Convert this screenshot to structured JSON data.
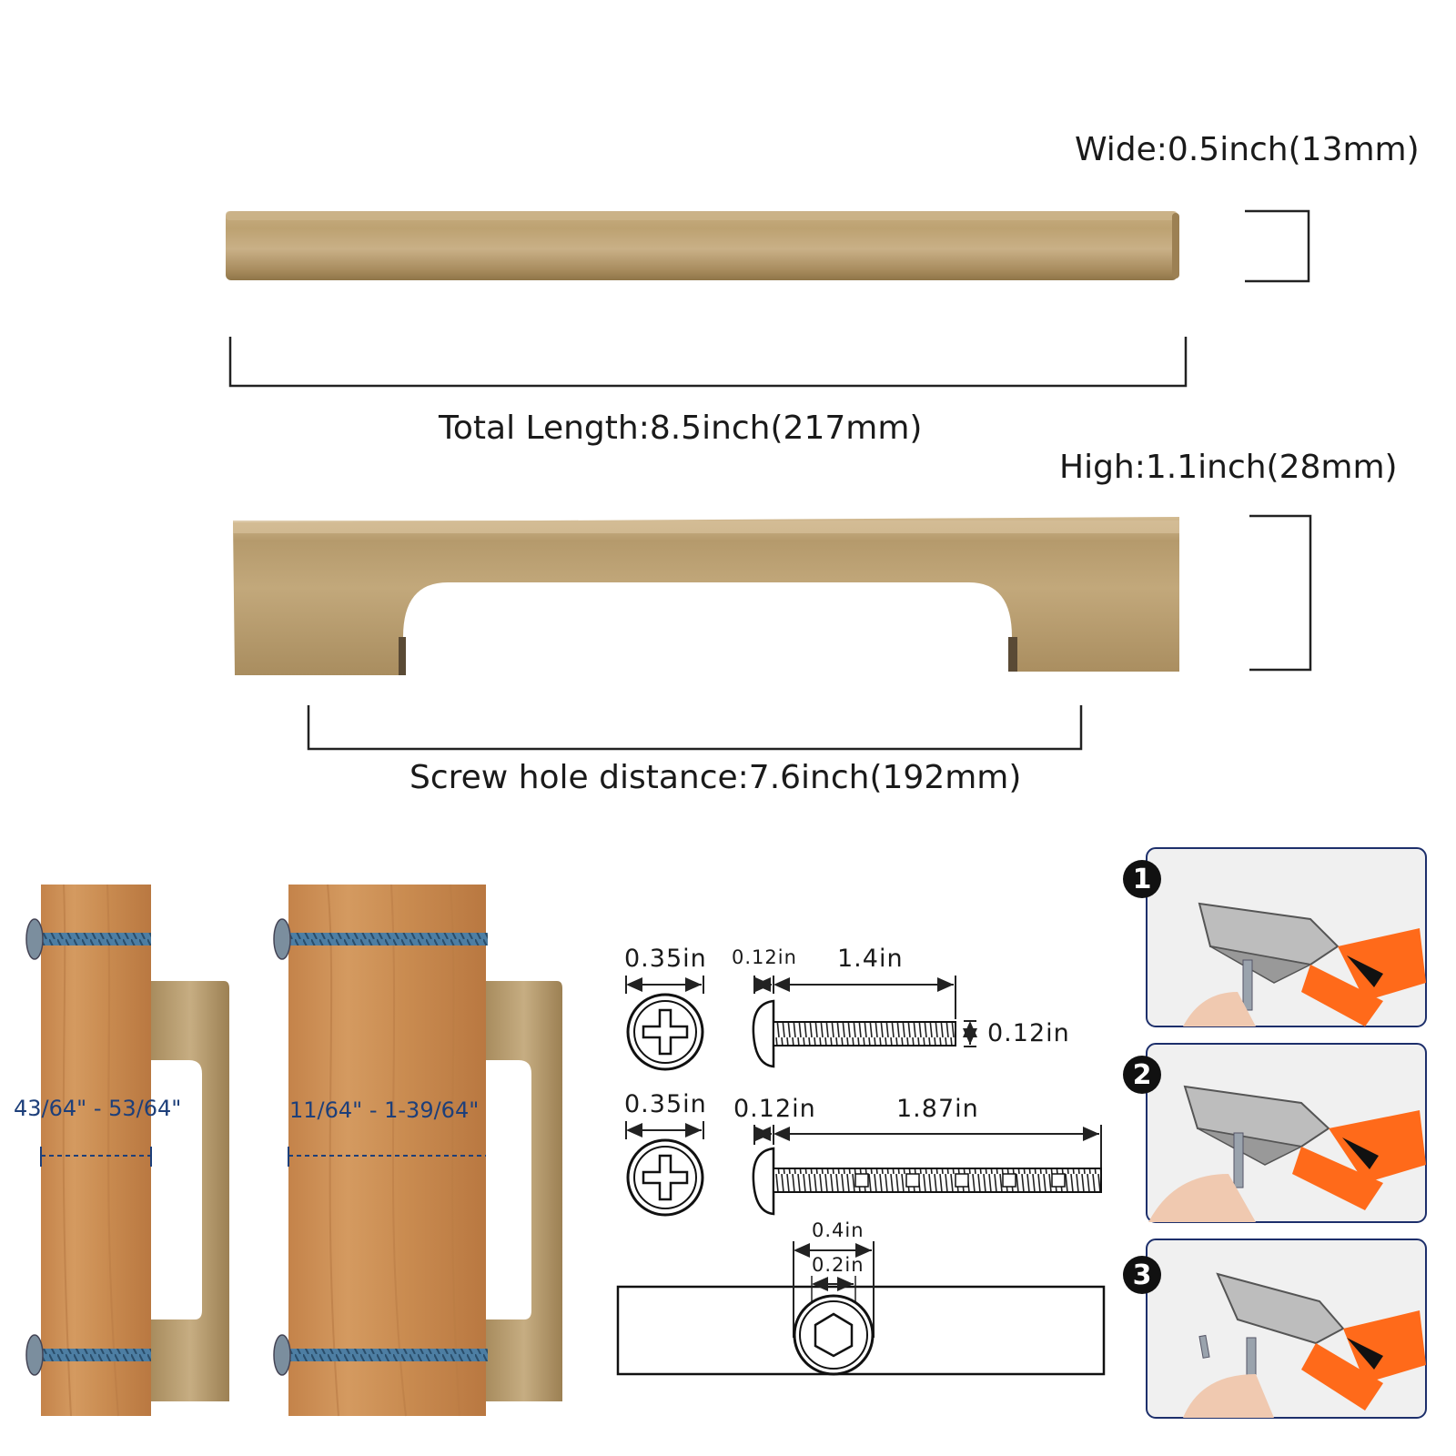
{
  "dimensions": {
    "wide_label": "Wide:0.5inch(13mm)",
    "total_length_label": "Total Length:8.5inch(217mm)",
    "high_label": "High:1.1inch(28mm)",
    "screw_hole_label": "Screw hole distance:7.6inch(192mm)"
  },
  "installation": {
    "thin_panel_range": "43/64\"  - 53/64\"",
    "thick_panel_range": "11/64\" - 1-39/64\""
  },
  "screws": {
    "short": {
      "head_diameter": "0.35in",
      "head_height": "0.12in",
      "length": "1.4in",
      "thread_diameter": "0.12in"
    },
    "long": {
      "head_diameter": "0.35in",
      "head_height": "0.12in",
      "length": "1.87in"
    },
    "hole": {
      "outer_diameter": "0.4in",
      "inner_diameter": "0.2in"
    }
  },
  "steps": [
    "1",
    "2",
    "3"
  ],
  "colors": {
    "brass": "#b59a6c",
    "wood": "#c98a4f",
    "screw_blue": "#3d6a8e",
    "badge": "#111111",
    "panel_border": "#1d2f6b",
    "plier_orange": "#ff6a1a"
  }
}
